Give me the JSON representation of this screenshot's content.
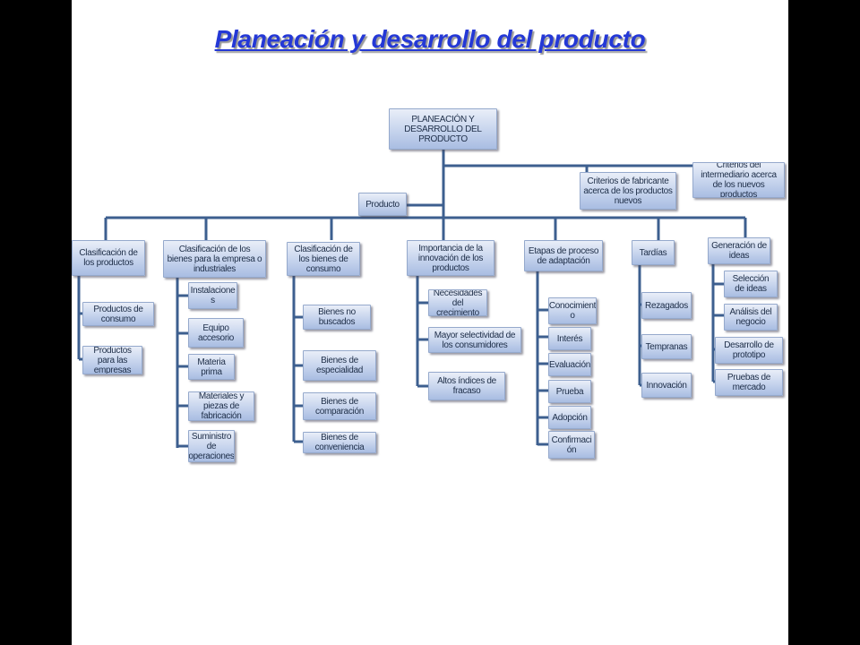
{
  "title": "Planeación y desarrollo  del producto",
  "colors": {
    "line": "#3d5f8f",
    "title": "#2438d6",
    "box_top": "#e9eef8",
    "box_bottom": "#a9bde2"
  },
  "diagram": {
    "root": "PLANEACIÓN Y DESARROLLO DEL PRODUCTO",
    "criterios_fabricante": "Criterios de fabricante acerca de los productos nuevos",
    "criterios_intermediario": "Criterios del intermediario acerca de los nuevos productos",
    "producto": "Producto",
    "branches": [
      {
        "label": "Clasificación de los productos",
        "children": [
          "Productos de consumo",
          "Productos para las empresas"
        ]
      },
      {
        "label": "Clasificación de los bienes para la empresa o industriales",
        "children": [
          "Instalacione s",
          "Equipo accesorio",
          "Materia prima",
          "Materiales y piezas de fabricación",
          "Suministro de operaciones"
        ]
      },
      {
        "label": "Clasificación de los bienes de consumo",
        "children": [
          "Bienes no buscados",
          "Bienes de especialidad",
          "Bienes de comparación",
          "Bienes de conveniencia"
        ]
      },
      {
        "label": "Importancia de la innovación de los productos",
        "children": [
          "Necesidades del crecimiento",
          "Mayor selectividad de los consumidores",
          "Altos índices de fracaso"
        ]
      },
      {
        "label": "Etapas de proceso de adaptación",
        "children": [
          "Conocimient o",
          "Interés",
          "Evaluación",
          "Prueba",
          "Adopción",
          "Confirmaci ón"
        ]
      },
      {
        "label": "Tardías",
        "children": [
          "Rezagados",
          "Tempranas",
          "Innovación"
        ]
      },
      {
        "label": "Generación de ideas",
        "children": [
          "Selección de ideas",
          "Análisis del negocio",
          "Desarrollo de prototipo",
          "Pruebas de mercado"
        ]
      }
    ]
  }
}
